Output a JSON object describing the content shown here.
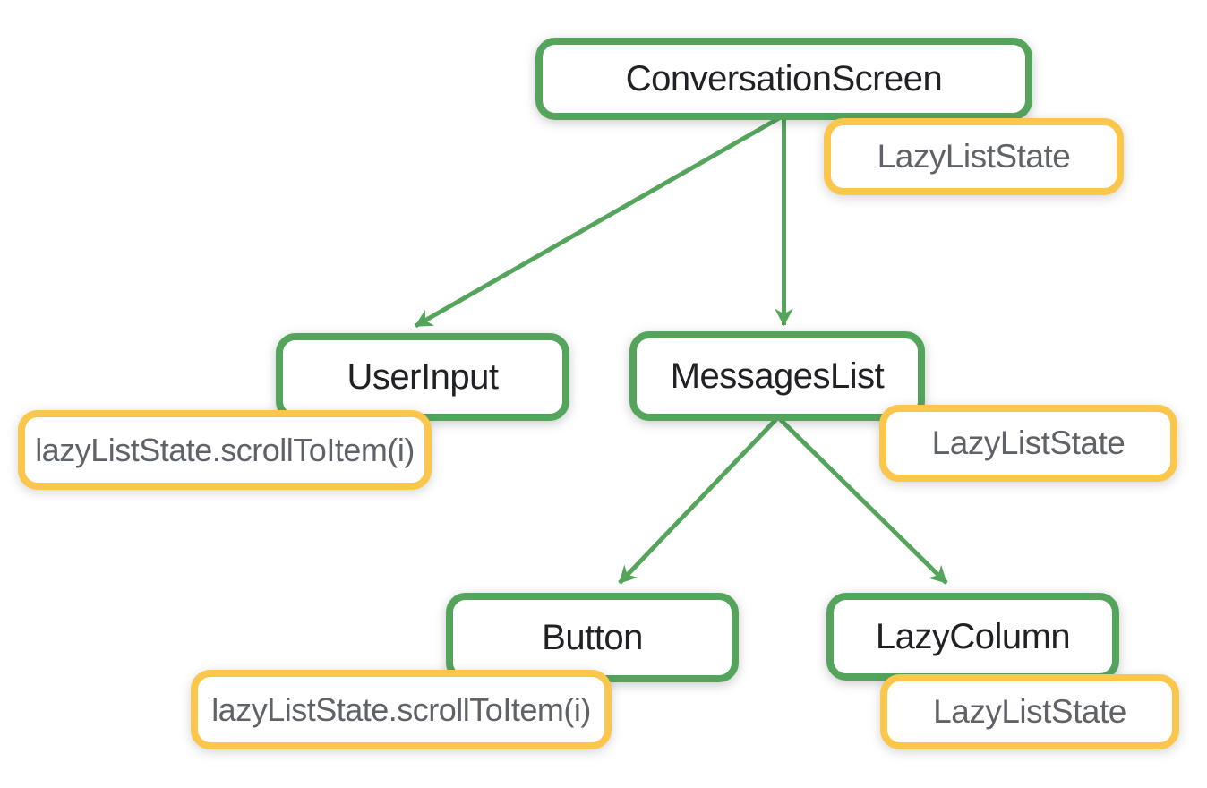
{
  "diagram": {
    "type": "component-tree",
    "nodes": [
      {
        "id": "conversation-screen",
        "label": "ConversationScreen"
      },
      {
        "id": "user-input",
        "label": "UserInput"
      },
      {
        "id": "messages-list",
        "label": "MessagesList"
      },
      {
        "id": "button",
        "label": "Button"
      },
      {
        "id": "lazy-column",
        "label": "LazyColumn"
      }
    ],
    "badges": [
      {
        "id": "badge-conversation-screen",
        "attached_to": "conversation-screen",
        "label": "LazyListState"
      },
      {
        "id": "badge-user-input",
        "attached_to": "user-input",
        "label": "lazyListState.scrollToItem(i)"
      },
      {
        "id": "badge-messages-list",
        "attached_to": "messages-list",
        "label": "LazyListState"
      },
      {
        "id": "badge-button",
        "attached_to": "button",
        "label": "lazyListState.scrollToItem(i)"
      },
      {
        "id": "badge-lazy-column",
        "attached_to": "lazy-column",
        "label": "LazyListState"
      }
    ],
    "edges": [
      {
        "from": "conversation-screen",
        "to": "user-input"
      },
      {
        "from": "conversation-screen",
        "to": "messages-list"
      },
      {
        "from": "messages-list",
        "to": "button"
      },
      {
        "from": "messages-list",
        "to": "lazy-column"
      }
    ],
    "colors": {
      "node_border": "#54A45C",
      "badge_border": "#FAC64B",
      "node_text": "#202124",
      "badge_text": "#5F6368",
      "edge": "#54A45C",
      "background": "#FFFFFF"
    }
  }
}
